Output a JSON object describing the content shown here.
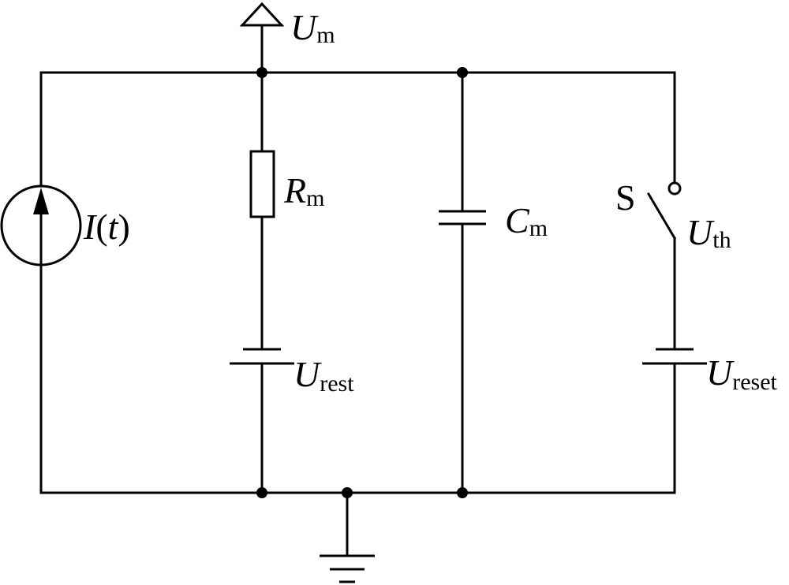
{
  "labels": {
    "um": {
      "main": "U",
      "sub": "m"
    },
    "rm": {
      "main": "R",
      "sub": "m"
    },
    "cm": {
      "main": "C",
      "sub": "m"
    },
    "urest": {
      "main": "U",
      "sub": "rest"
    },
    "uth": {
      "main": "U",
      "sub": "th"
    },
    "ureset": {
      "main": "U",
      "sub": "reset"
    },
    "current": {
      "main": "I",
      "open": "(",
      "var": "t",
      "close": ")"
    },
    "switch": "S"
  }
}
